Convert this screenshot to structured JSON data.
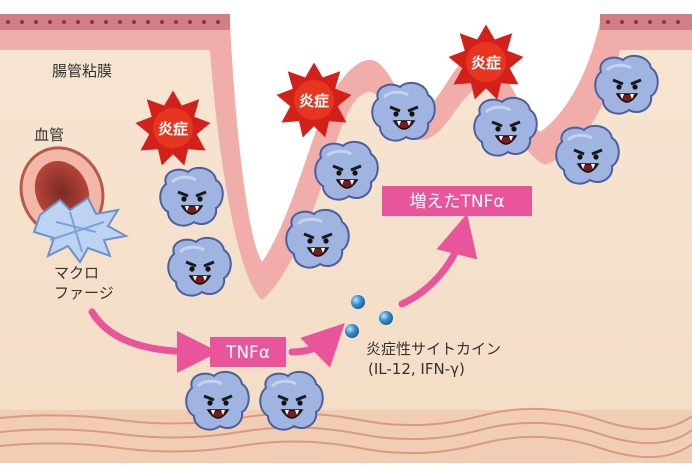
{
  "labels": {
    "mucosa": "腸管粘膜",
    "vessel": "血管",
    "macrophage_line1": "マクロ",
    "macrophage_line2": "ファージ",
    "tnf": "TNFα",
    "cytokine_line1": "炎症性サイトカイン",
    "cytokine_line2": "(IL-12, IFN-γ)",
    "increased_tnf": "増えたTNFα",
    "inflammation": "炎症"
  },
  "colors": {
    "pink_arrow": "#e8559a",
    "label_box": "#e8559a",
    "burst": "#d4201a",
    "cell_blue": "#8fa8d8",
    "tissue": "#f6e3cf",
    "mucosa_pink": "#efa3a3",
    "cytokine_dot": "#3b8fd1"
  },
  "icons": [
    "inflammation-burst-icon",
    "t-cell-icon",
    "blood-vessel-icon",
    "macrophage-icon",
    "cytokine-dot-icon"
  ]
}
